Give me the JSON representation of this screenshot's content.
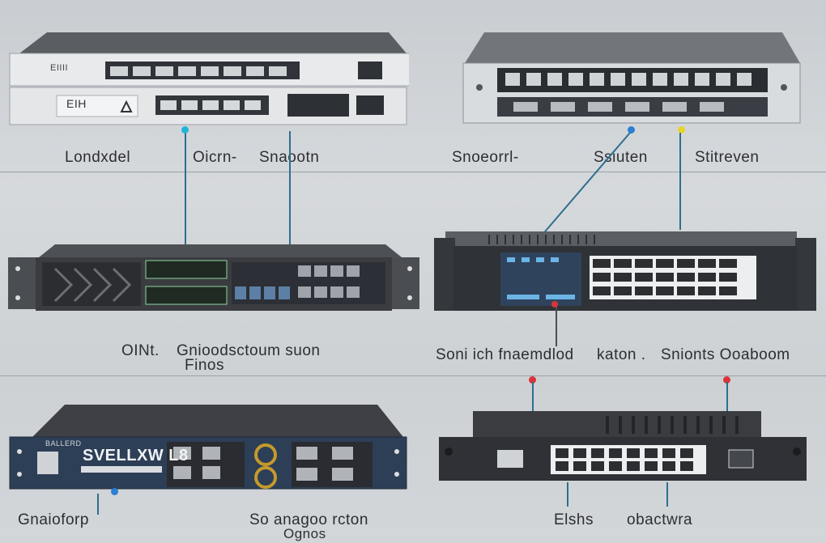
{
  "labels": {
    "top_left_a": "Londxdel",
    "top_left_b": "Oicrn-",
    "top_left_c": "Snaootn",
    "top_right_a": "Snoeorrl-",
    "top_right_b": "Ssiuten",
    "top_right_c": "Stitreven",
    "mid_left_a": "OINt.",
    "mid_left_b": "Gnioodsctoum suon",
    "mid_left_c": "Finos",
    "mid_right_a": "Soni ich fnaemdlod",
    "mid_right_b": "katon .",
    "mid_right_c": "Snionts Ooaboom",
    "bot_left_a": "Gnaioforp",
    "bot_left_b": "So anagoo rcton",
    "bot_left_c": "Ognos",
    "bot_right_a": "Elshs",
    "bot_right_b": "obactwra"
  },
  "devices": {
    "top_left_badge": "EIIII",
    "top_left_badge2": "EIH",
    "bottom_left_brand": "SVELLXW L8",
    "bottom_left_small": "BALLERD"
  },
  "colors": {
    "wire": "#2e6e8e",
    "dot_cyan": "#1fb6d6",
    "dot_yellow": "#e6d52a",
    "dot_red": "#d8343a",
    "dot_blue": "#2a7fd4",
    "dark_chassis": "#3a3c40",
    "navy_panel": "#2d3f57"
  }
}
